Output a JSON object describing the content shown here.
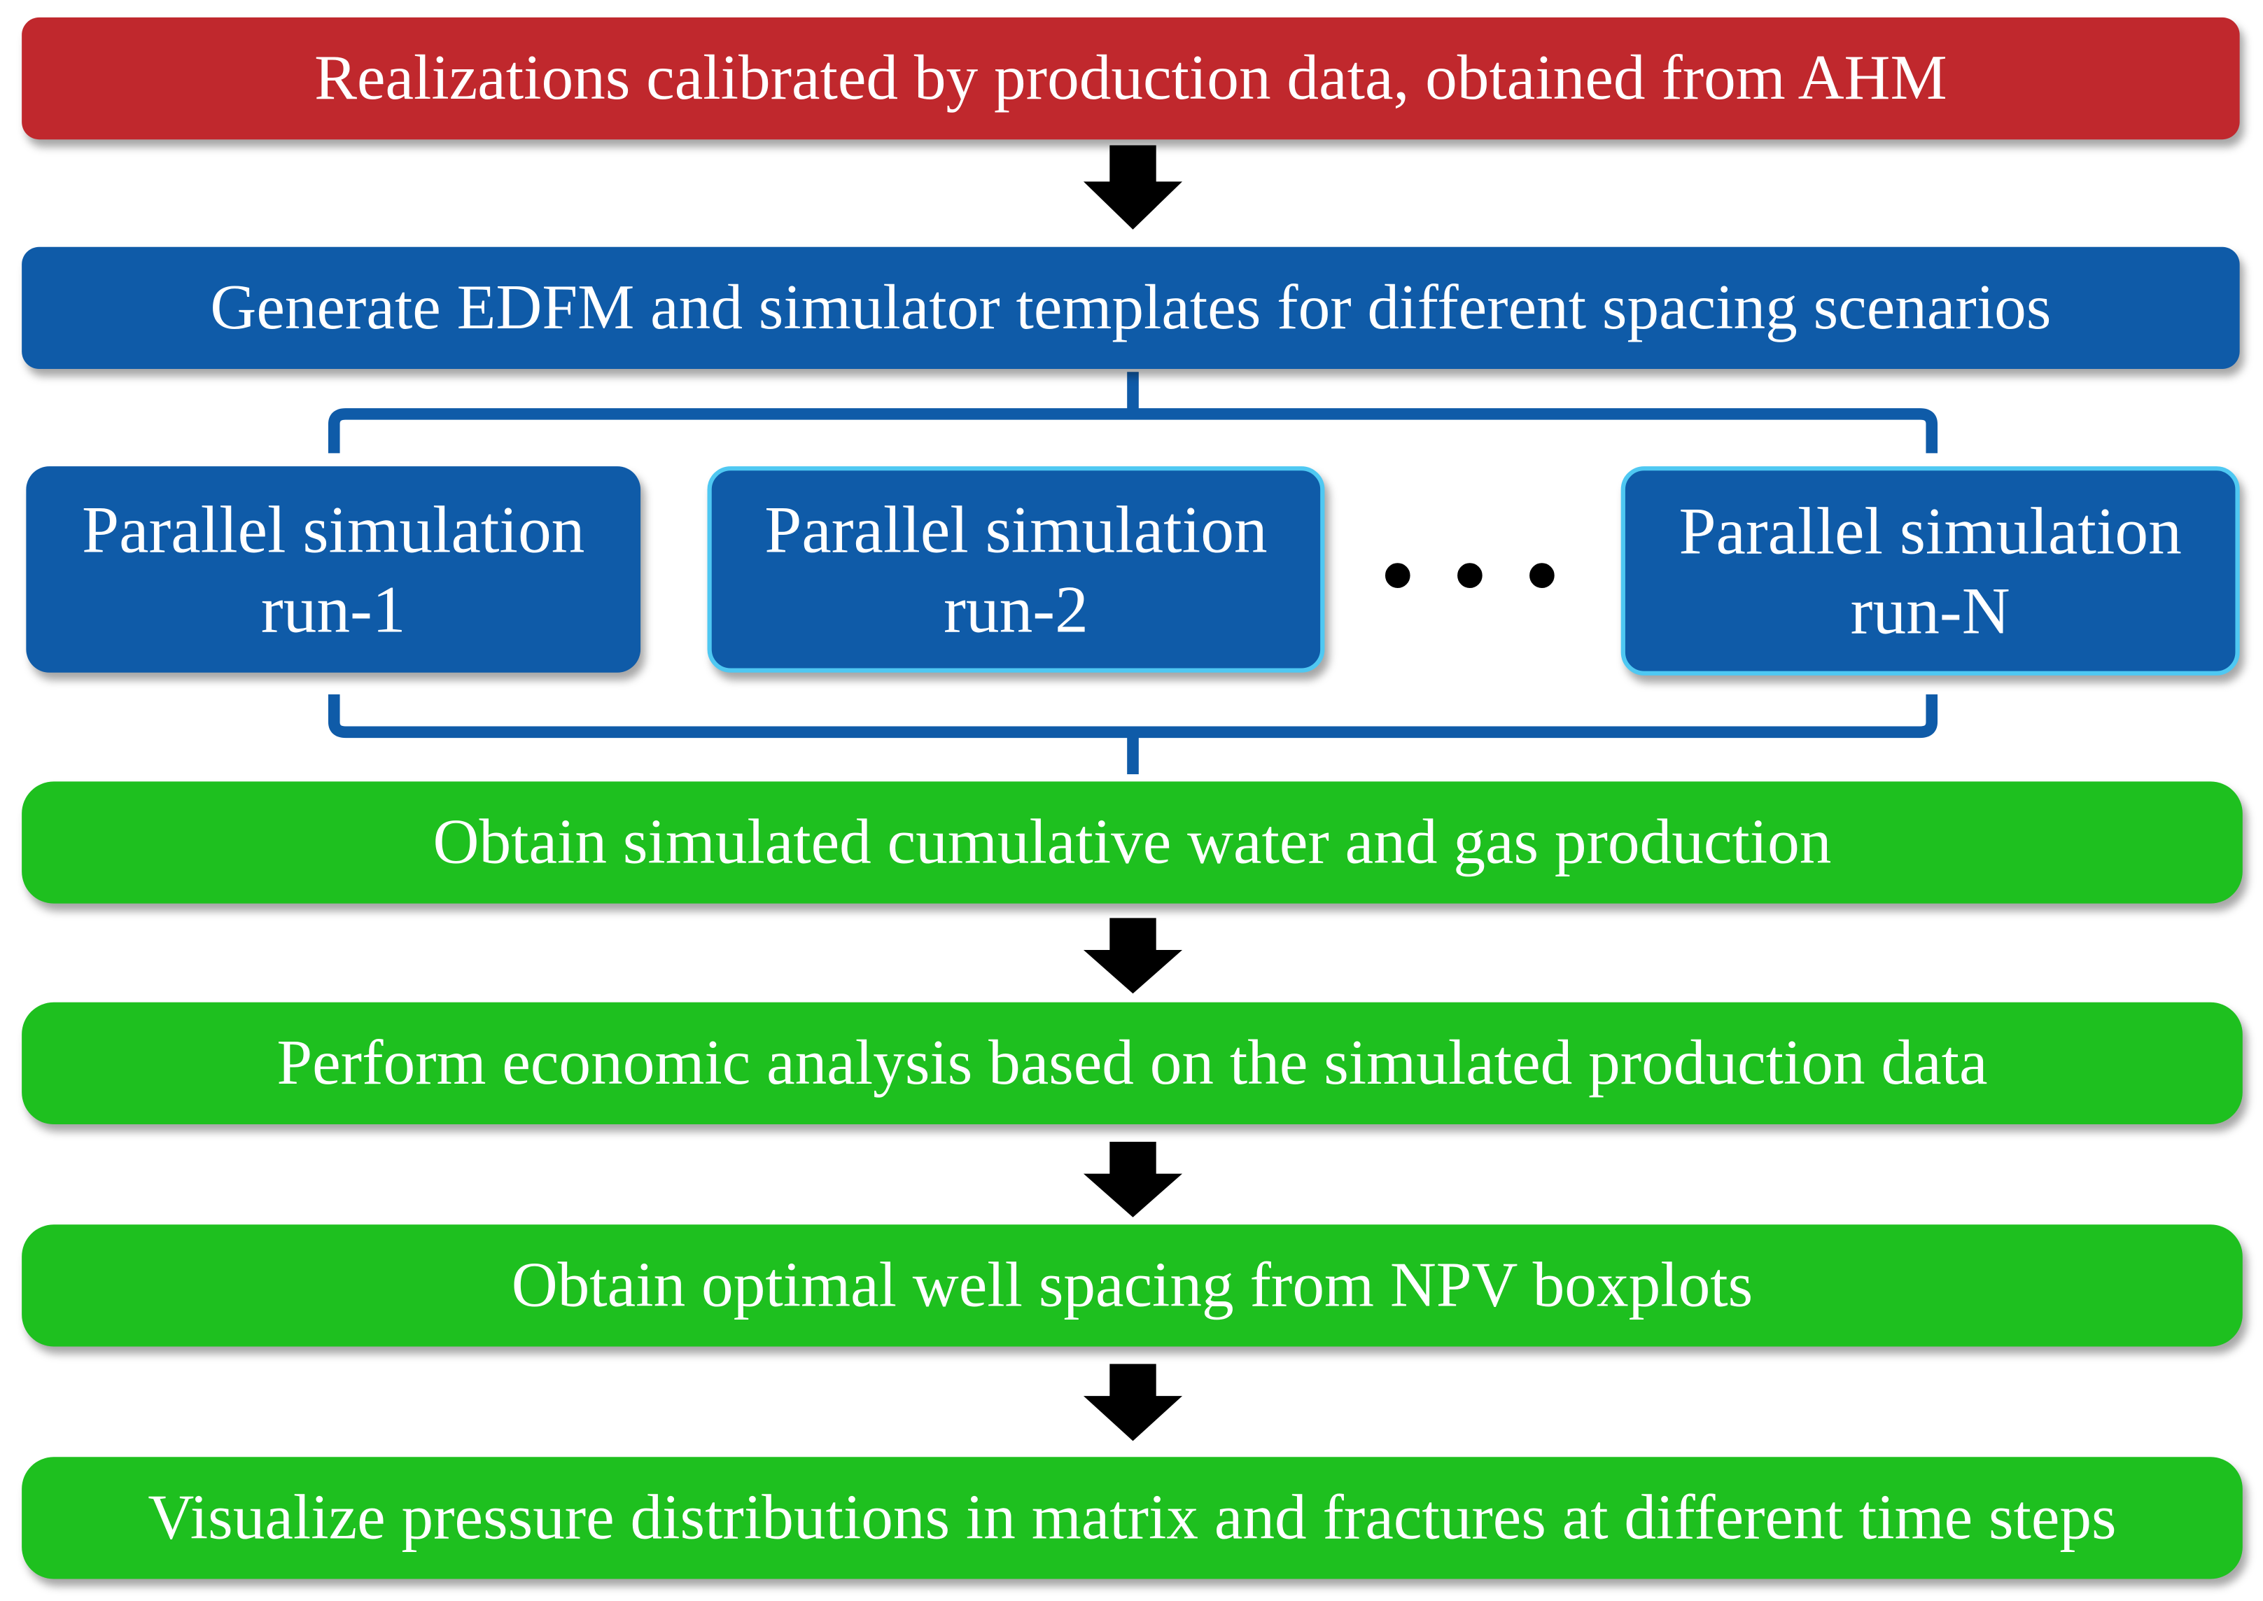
{
  "steps": {
    "calibration": "Realizations calibrated by production data, obtained from AHM",
    "templates": "Generate EDFM and simulator templates for different spacing scenarios",
    "runs": [
      {
        "line1": "Parallel simulation",
        "line2": "run-1"
      },
      {
        "line1": "Parallel simulation",
        "line2": "run-2"
      },
      {
        "line1": "Parallel simulation",
        "line2": "run-N"
      }
    ],
    "ellipsis": "• • •",
    "cumulative": "Obtain simulated cumulative water and gas production",
    "economics": "Perform economic analysis based on the simulated production data",
    "spacing": "Obtain optimal well spacing from NPV boxplots",
    "visualize": "Visualize pressure distributions in matrix and fractures at different time steps"
  },
  "colors": {
    "red_box": "#c0282d",
    "blue_box": "#0f5ba8",
    "green_box": "#1ec01f",
    "bracket": "#0f5ba8",
    "arrow": "#000000",
    "highlight_border": "#4fc8f2"
  }
}
